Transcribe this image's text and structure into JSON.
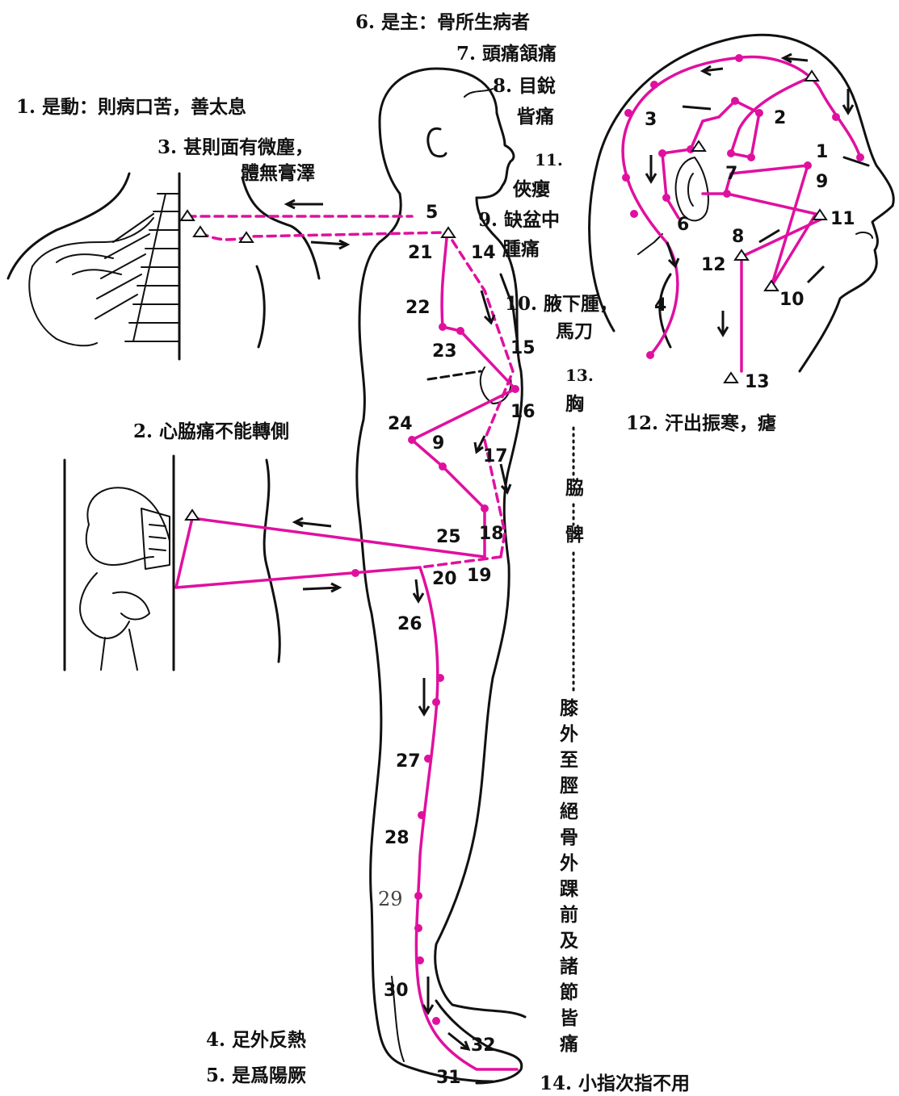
{
  "symptom_labels": {
    "s1": "1. 是動：則病口苦，善太息",
    "s2": "2. 心脇痛不能轉側",
    "s3a": "3. 甚則面有微塵，",
    "s3b": "體無膏澤",
    "s4": "4. 足外反熱",
    "s5": "5. 是爲陽厥",
    "s6": "6. 是主：骨所生病者",
    "s7": "7. 頭痛頷痛",
    "s8a": "8. 目銳",
    "s8b": "眥痛",
    "s9a": "9. 缺盆中",
    "s9b": "腫痛",
    "s10a": "10. 腋下腫，",
    "s10b": "馬刀",
    "s11a": "11.",
    "s11b": "俠癭",
    "s12": "12. 汗出振寒，瘧",
    "s13": "13.",
    "s13_chars": [
      "胸",
      "脇",
      "髀"
    ],
    "s13_lower": [
      "膝",
      "外",
      "至",
      "脛",
      "絕",
      "骨",
      "外",
      "踝",
      "前",
      "及",
      "諸",
      "節",
      "皆",
      "痛"
    ],
    "s14": "14. 小指次指不用"
  },
  "point_numbers": {
    "body": [
      "5",
      "21",
      "14",
      "22",
      "23",
      "15",
      "16",
      "24",
      "9",
      "17",
      "25",
      "18",
      "20",
      "19",
      "26",
      "27",
      "28",
      "29",
      "30",
      "32",
      "31"
    ],
    "head": [
      "3",
      "2",
      "1",
      "9",
      "7",
      "6",
      "11",
      "8",
      "12",
      "10",
      "4",
      "13"
    ]
  },
  "colors": {
    "meridian": "#e0109f",
    "ink": "#111111"
  }
}
